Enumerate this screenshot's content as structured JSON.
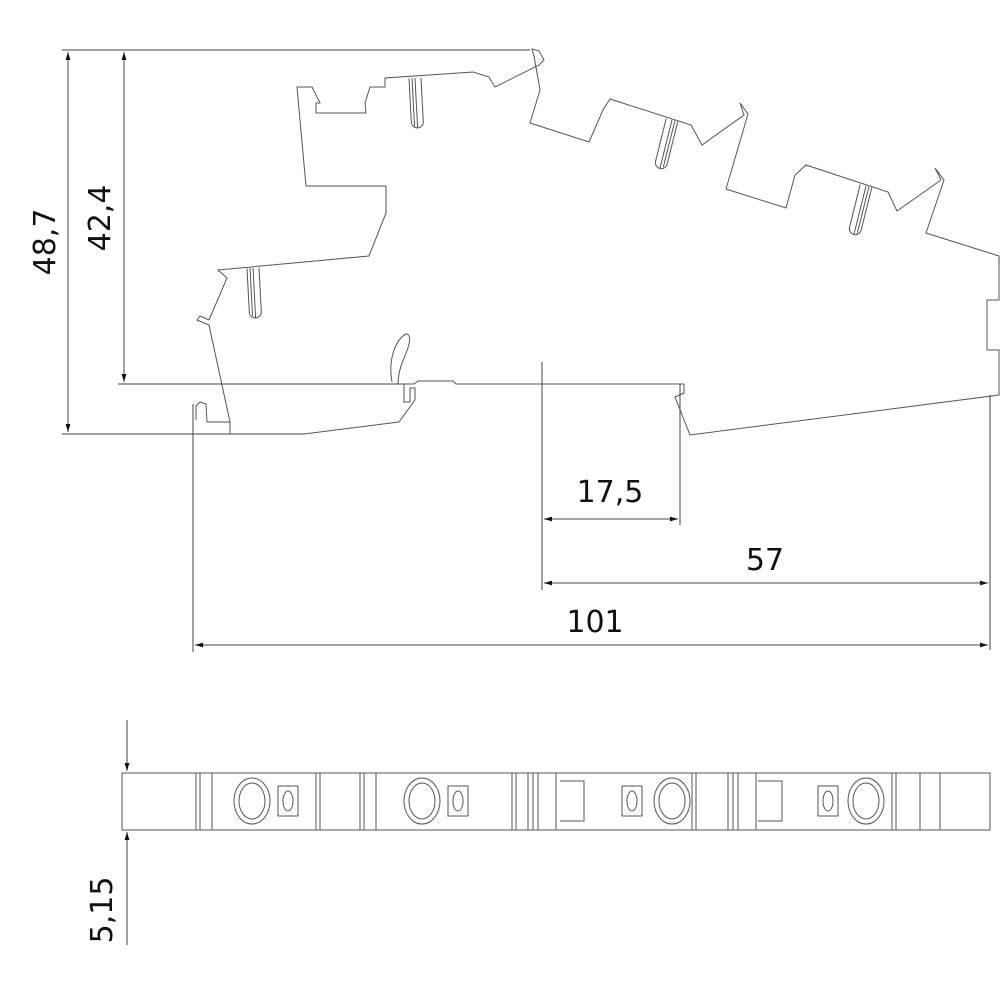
{
  "dimensions": {
    "total_height": "48,7",
    "height_to_rail": "42,4",
    "offset_short": "17,5",
    "offset_mid": "57",
    "total_length": "101",
    "width": "5,15"
  }
}
